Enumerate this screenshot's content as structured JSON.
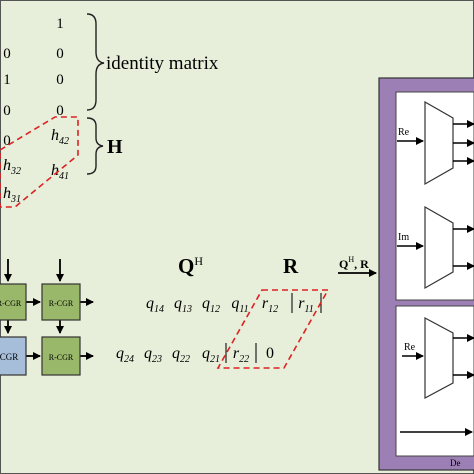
{
  "colors": {
    "background": "#e7eed9",
    "dashed_red": "#dd2222",
    "rcgr_fill": "#9ab86a",
    "cgr_fill": "#a6bed9",
    "panel_fill": "#9c7fb4",
    "module_fill": "#ffffff"
  },
  "matrix": {
    "row1": [
      "1"
    ],
    "row2": [
      "0",
      "0"
    ],
    "row3": [
      "1",
      "0"
    ],
    "row4": [
      "0",
      "0"
    ],
    "h_row1": [
      "0",
      "h42"
    ],
    "h_row2": [
      "h32",
      "h41"
    ],
    "h_row3": [
      "h31"
    ]
  },
  "labels": {
    "identity": "identity matrix",
    "h": "H",
    "qh": "Q",
    "qh_sup": "H",
    "r": "R",
    "panel_input": "Q",
    "panel_input_sup": "H",
    "panel_input_tail": ", R"
  },
  "array": {
    "rcgr": "R-CGR",
    "cgr": "CGR"
  },
  "q_rows": {
    "row1": [
      "q14",
      "q13",
      "q12",
      "q11"
    ],
    "row2": [
      "q24",
      "q23",
      "q22",
      "q21"
    ]
  },
  "r_rows": {
    "row1": [
      "r12",
      "r11"
    ],
    "row2": [
      "r22",
      "0"
    ]
  },
  "panel": {
    "re1": "Re",
    "im": "Im",
    "re2": "Re",
    "footer": "De"
  }
}
